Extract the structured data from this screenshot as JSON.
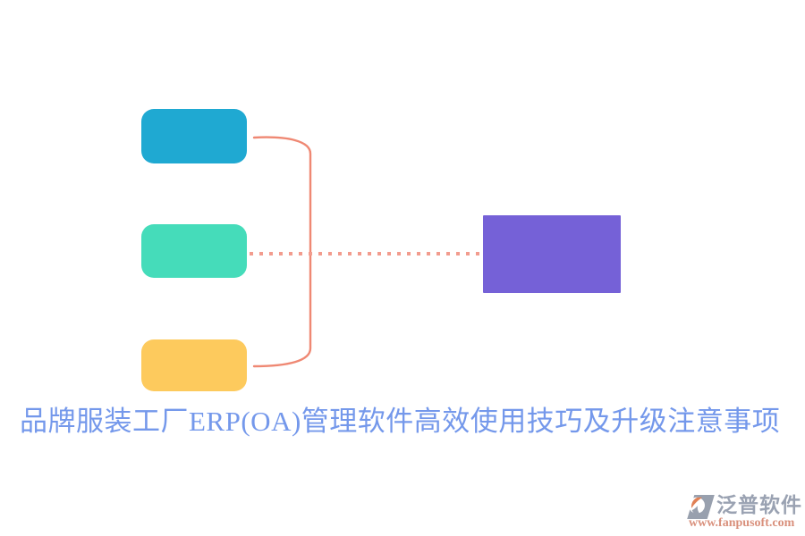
{
  "diagram": {
    "branch_nodes": [
      {
        "name": "top-branch-node",
        "color": "#1fa9d2"
      },
      {
        "name": "middle-branch-node",
        "color": "#45dcba"
      },
      {
        "name": "bottom-branch-node",
        "color": "#fdca5d"
      }
    ],
    "result_node": {
      "name": "result-node",
      "color": "#7561d7"
    },
    "bracket_color": "#ef8873",
    "dotted_color": "#f29c8e"
  },
  "title": {
    "text": "品牌服装工厂ERP(OA)管理软件高效使用技巧及升级注意事项",
    "color": "#7498eb"
  },
  "watermark": {
    "brand": "泛普软件",
    "url": "www.fanpusoft.com",
    "brand_color": "#9aa2b2",
    "url_color": "#d9907c",
    "logo_body_color": "#98a0ae",
    "logo_accent_color": "#e08055"
  }
}
